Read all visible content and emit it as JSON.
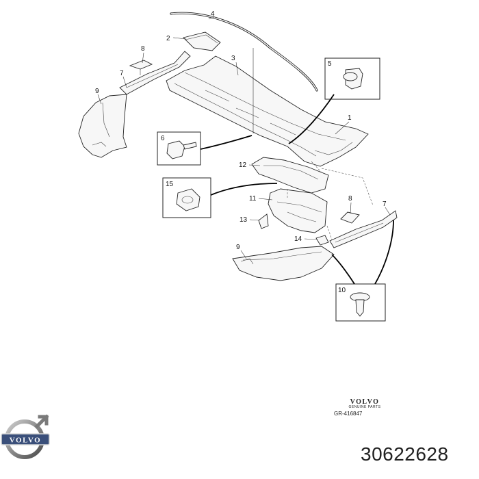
{
  "diagram": {
    "callouts": [
      {
        "id": "c1",
        "label": "1"
      },
      {
        "id": "c2",
        "label": "2"
      },
      {
        "id": "c3",
        "label": "3"
      },
      {
        "id": "c4",
        "label": "4"
      },
      {
        "id": "c5",
        "label": "5"
      },
      {
        "id": "c6",
        "label": "6"
      },
      {
        "id": "c7a",
        "label": "7"
      },
      {
        "id": "c7b",
        "label": "7"
      },
      {
        "id": "c8a",
        "label": "8"
      },
      {
        "id": "c8b",
        "label": "8"
      },
      {
        "id": "c9a",
        "label": "9"
      },
      {
        "id": "c9b",
        "label": "9"
      },
      {
        "id": "c10",
        "label": "10"
      },
      {
        "id": "c11",
        "label": "11"
      },
      {
        "id": "c12",
        "label": "12"
      },
      {
        "id": "c13",
        "label": "13"
      },
      {
        "id": "c14",
        "label": "14"
      },
      {
        "id": "c15",
        "label": "15"
      }
    ]
  },
  "brand": {
    "name": "VOLVO",
    "subtitle": "GENUINE PARTS",
    "drawing_ref": "GR-416847"
  },
  "logo": {
    "text": "VOLVO",
    "colors": {
      "ring": "#8a8a8a",
      "band": "#3a4f7a",
      "text": "#ffffff"
    }
  },
  "part_number": "30622628"
}
